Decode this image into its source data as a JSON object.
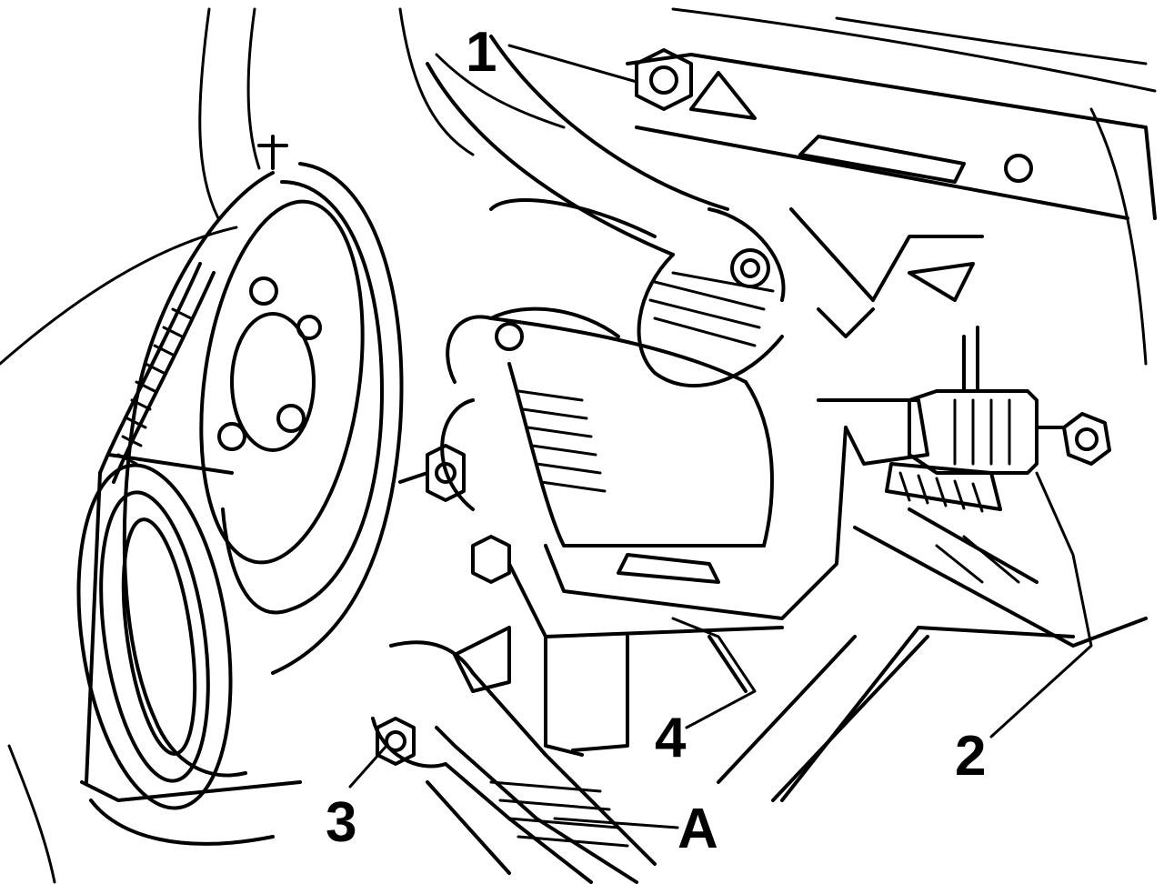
{
  "callouts": {
    "c1": "1",
    "c2": "2",
    "c3": "3",
    "c4": "4",
    "cA": "A"
  }
}
